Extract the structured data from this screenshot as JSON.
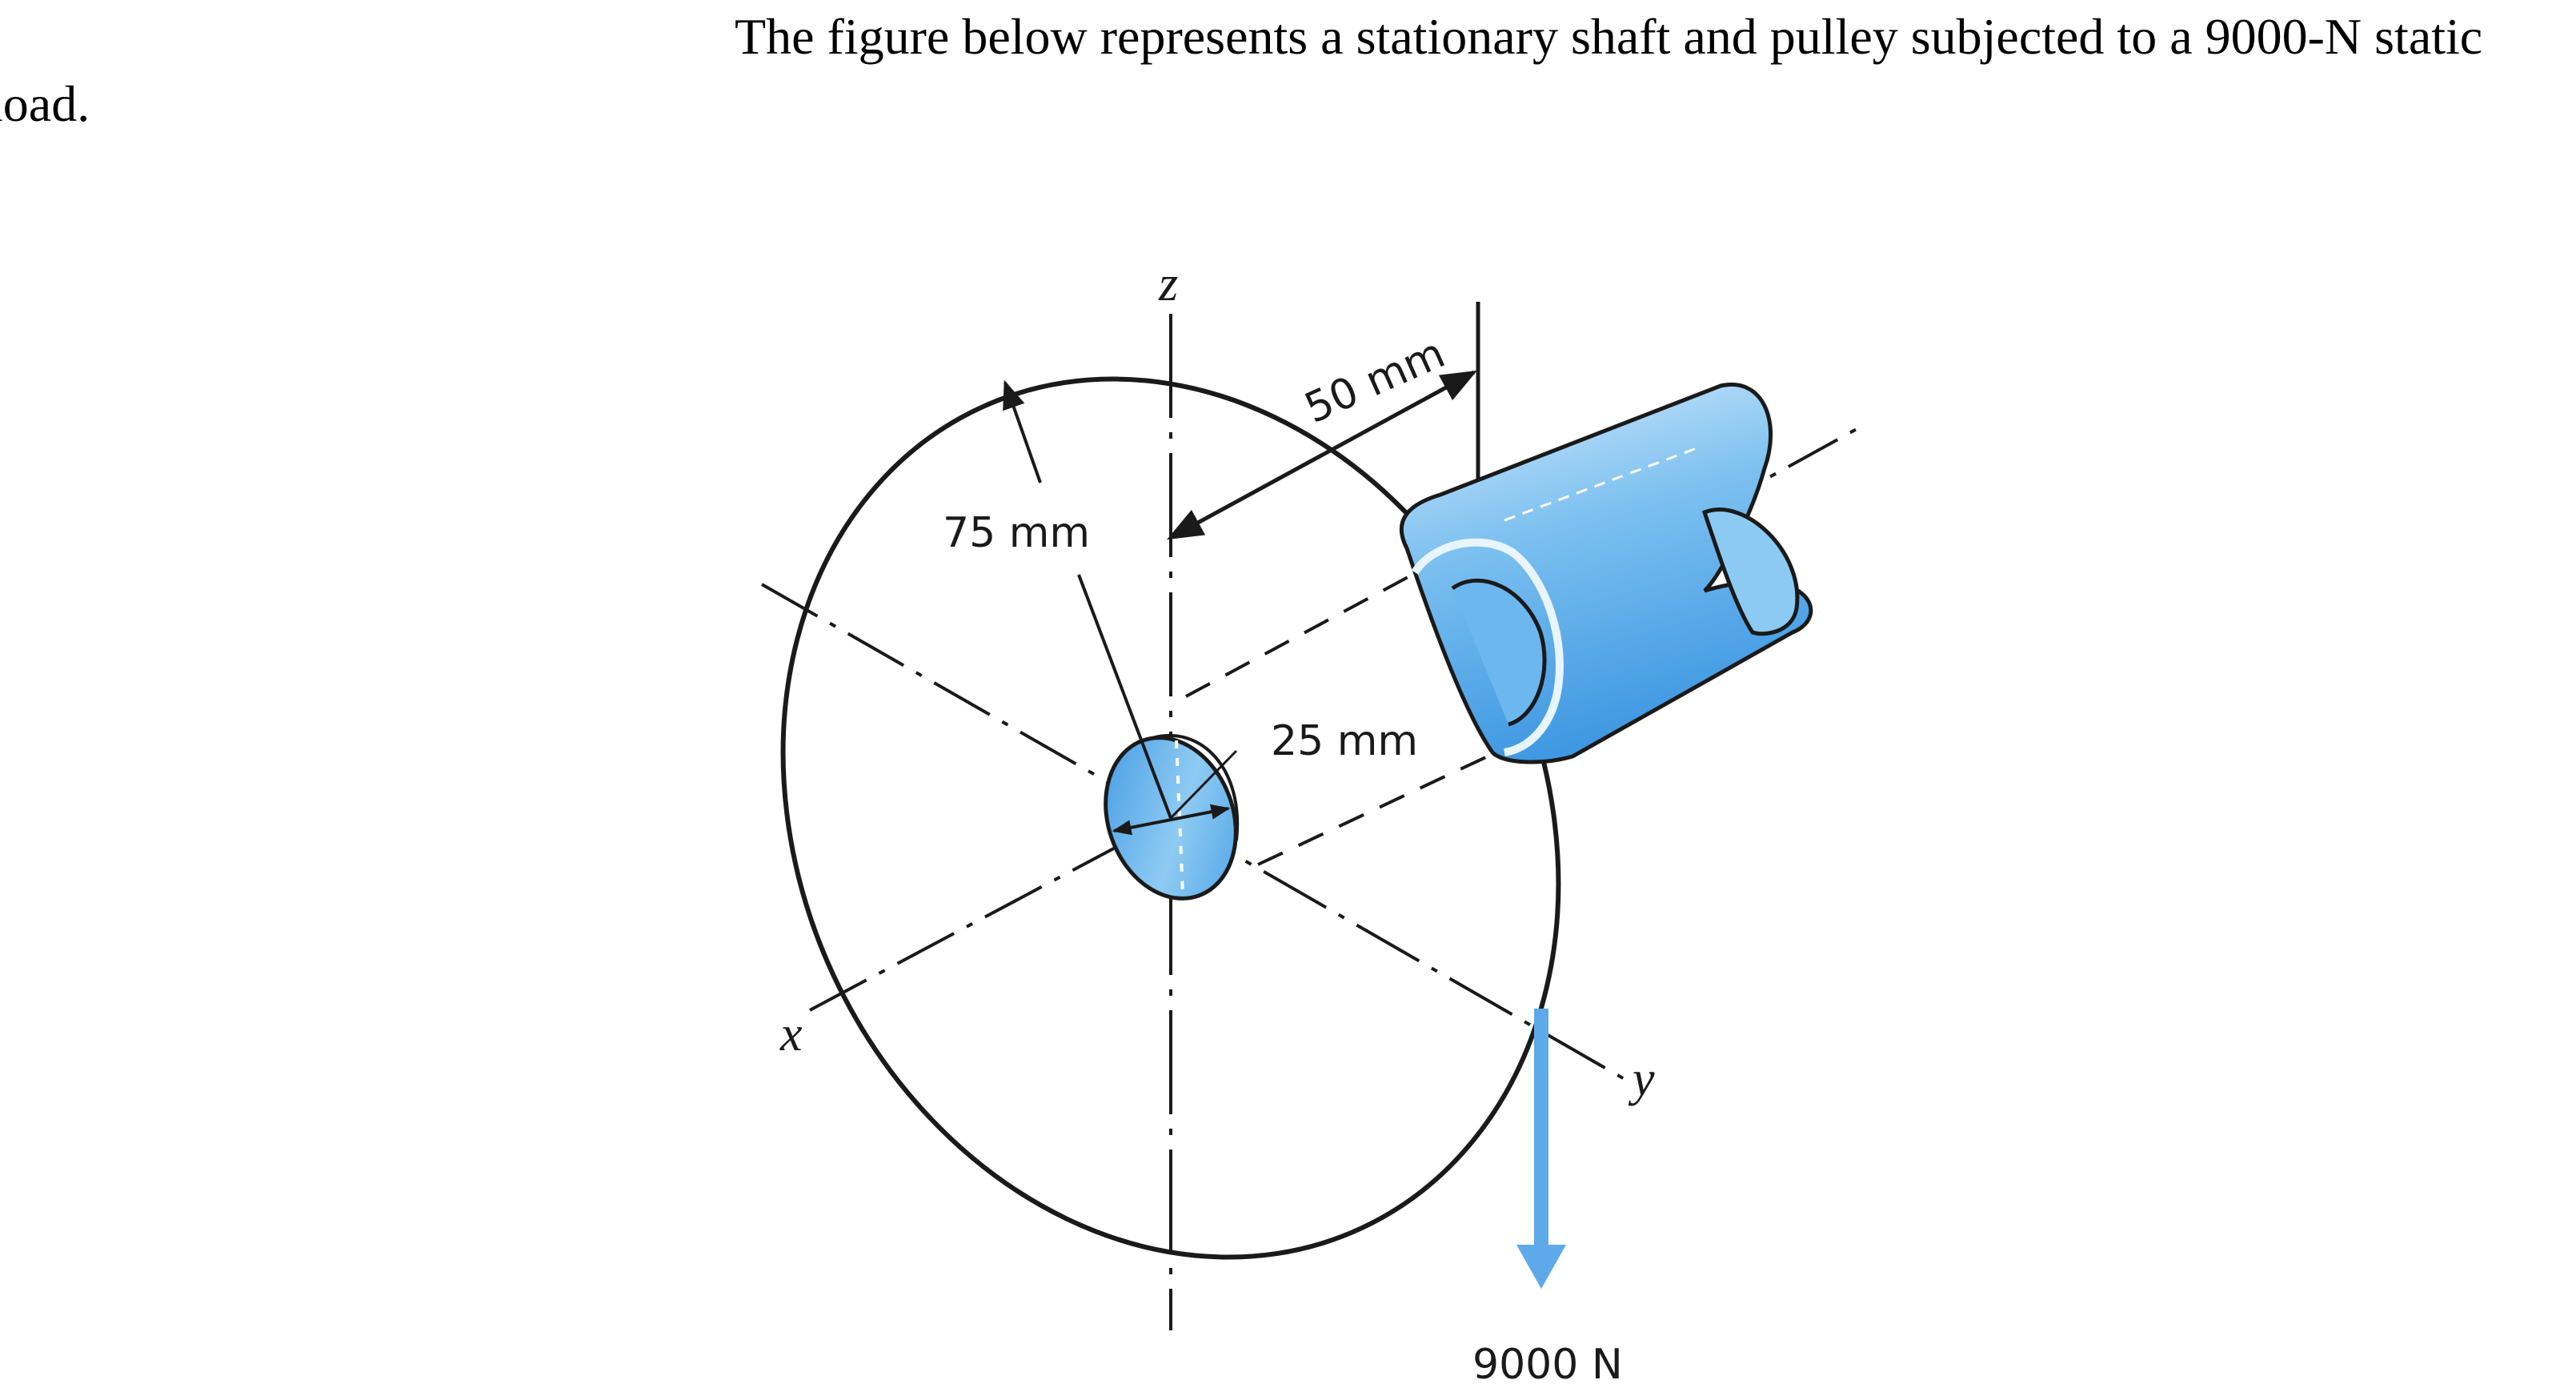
{
  "problem": {
    "line_1": "The figure below represents a stationary shaft and pulley subjected to a 9000-N static",
    "line_2": "load."
  },
  "figure": {
    "labels": {
      "z_axis": "z",
      "x_axis": "x",
      "y_axis": "y",
      "pulley_radius": "75 mm",
      "shaft_length": "50 mm",
      "shaft_diameter": "25 mm",
      "load": "9000 N"
    },
    "colors": {
      "shaft_fill": "#5fb0ec",
      "shaft_light": "#cfe8fb",
      "load_arrow": "#5ea9e9",
      "outline": "#1a1a1a"
    }
  }
}
